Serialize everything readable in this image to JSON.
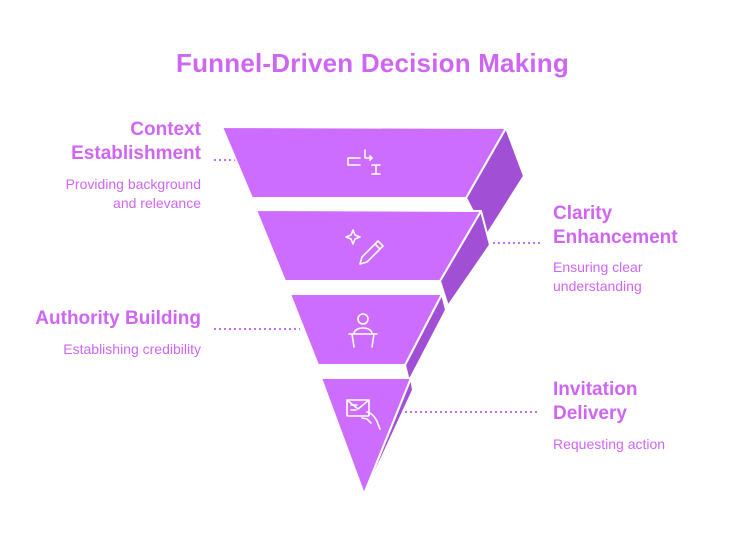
{
  "title": "Funnel-Driven Decision Making",
  "colors": {
    "accent": "#C66EF2",
    "front": "#CC6DFF",
    "side": "#A14FD4",
    "text": "#CF66F3",
    "outline": "#FFFFFF"
  },
  "stages": [
    {
      "title_lines": [
        "Context",
        "Establishment"
      ],
      "description_lines": [
        "Providing background",
        "and relevance"
      ],
      "icon": "sliders-icon"
    },
    {
      "title_lines": [
        "Clarity",
        "Enhancement"
      ],
      "description_lines": [
        "Ensuring clear",
        "understanding"
      ],
      "icon": "pencil-sparkle-icon"
    },
    {
      "title_lines": [
        "Authority Building"
      ],
      "description_lines": [
        "Establishing credibility"
      ],
      "icon": "speaker-podium-icon"
    },
    {
      "title_lines": [
        "Invitation",
        "Delivery"
      ],
      "description_lines": [
        "Requesting action"
      ],
      "icon": "envelope-hand-icon"
    }
  ]
}
